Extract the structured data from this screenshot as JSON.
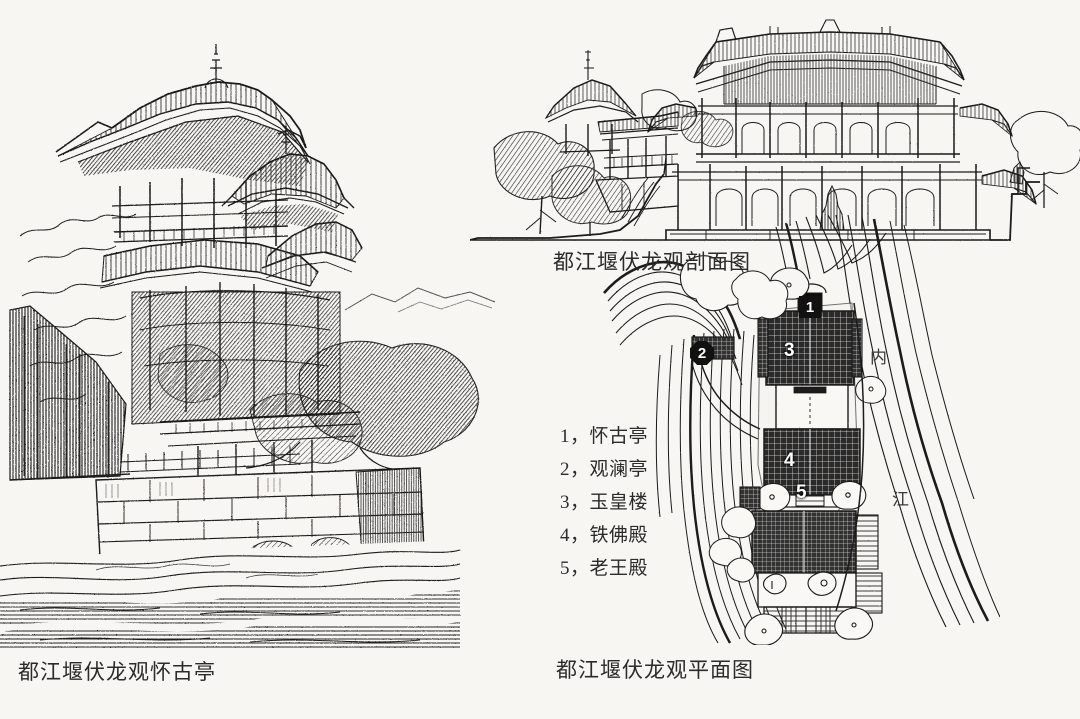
{
  "page": {
    "background_color": "#f8f6f3",
    "ink_color": "#1a1a1a"
  },
  "figures": [
    {
      "id": "perspective",
      "caption": "都江堰伏龙观怀古亭",
      "type": "pen-and-ink perspective drawing",
      "subject": "Dujiangyan Fulong Temple Huaigu Pavilion seen from the river"
    },
    {
      "id": "section",
      "caption": "都江堰伏龙观剖面图",
      "type": "architectural section drawing",
      "subject": "Dujiangyan Fulong Temple cross section"
    },
    {
      "id": "plan",
      "caption": "都江堰伏龙观平面图",
      "type": "architectural site plan",
      "subject": "Dujiangyan Fulong Temple site plan"
    }
  ],
  "captions": {
    "perspective": "都江堰伏龙观怀古亭",
    "section": "都江堰伏龙观剖面图",
    "plan": "都江堰伏龙观平面图"
  },
  "legend": {
    "items": [
      {
        "num": "1",
        "sep": "，",
        "label": "怀古亭"
      },
      {
        "num": "2",
        "sep": "，",
        "label": "观澜亭"
      },
      {
        "num": "3",
        "sep": "，",
        "label": "玉皇楼"
      },
      {
        "num": "4",
        "sep": "，",
        "label": "铁佛殿"
      },
      {
        "num": "5",
        "sep": "，",
        "label": "老王殿"
      }
    ],
    "rows": [
      "1，怀古亭",
      "2，观澜亭",
      "3，玉皇楼",
      "4，铁佛殿",
      "5，老王殿"
    ]
  },
  "plan_markers": {
    "badge_1": "1",
    "badge_2": "2",
    "num_3": "3",
    "num_4": "4",
    "num_5": "5"
  },
  "river_label": {
    "char_1": "内",
    "char_2": "江",
    "full": "内江"
  }
}
